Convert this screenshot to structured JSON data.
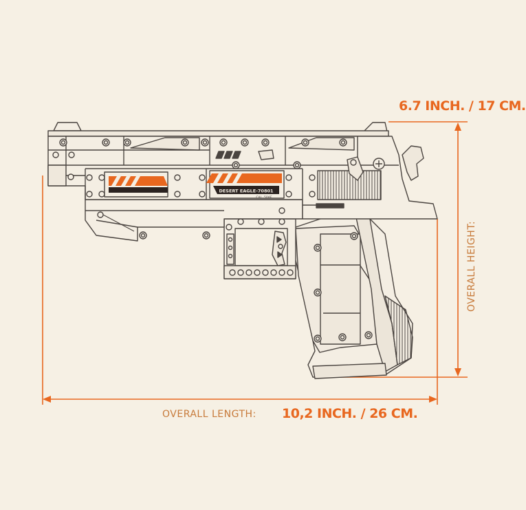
{
  "colors": {
    "background": "#f6f0e4",
    "line": "#4a4440",
    "gun_fill": "#f4eee3",
    "accent": "#e8671f",
    "stripe_dark": "#2a2220",
    "dimension_text": "#c77a3a"
  },
  "dimensions": {
    "height_value": "6.7 INCH. / 17 CM.",
    "height_label": "OVERALL HEIGHT:",
    "length_label": "OVERALL LENGTH:",
    "length_value": "10,2 INCH. / 26 CM."
  },
  "gun": {
    "slide_label": "DESERT EAGLE-70801",
    "caliber_label": "CAL. 50AE"
  }
}
